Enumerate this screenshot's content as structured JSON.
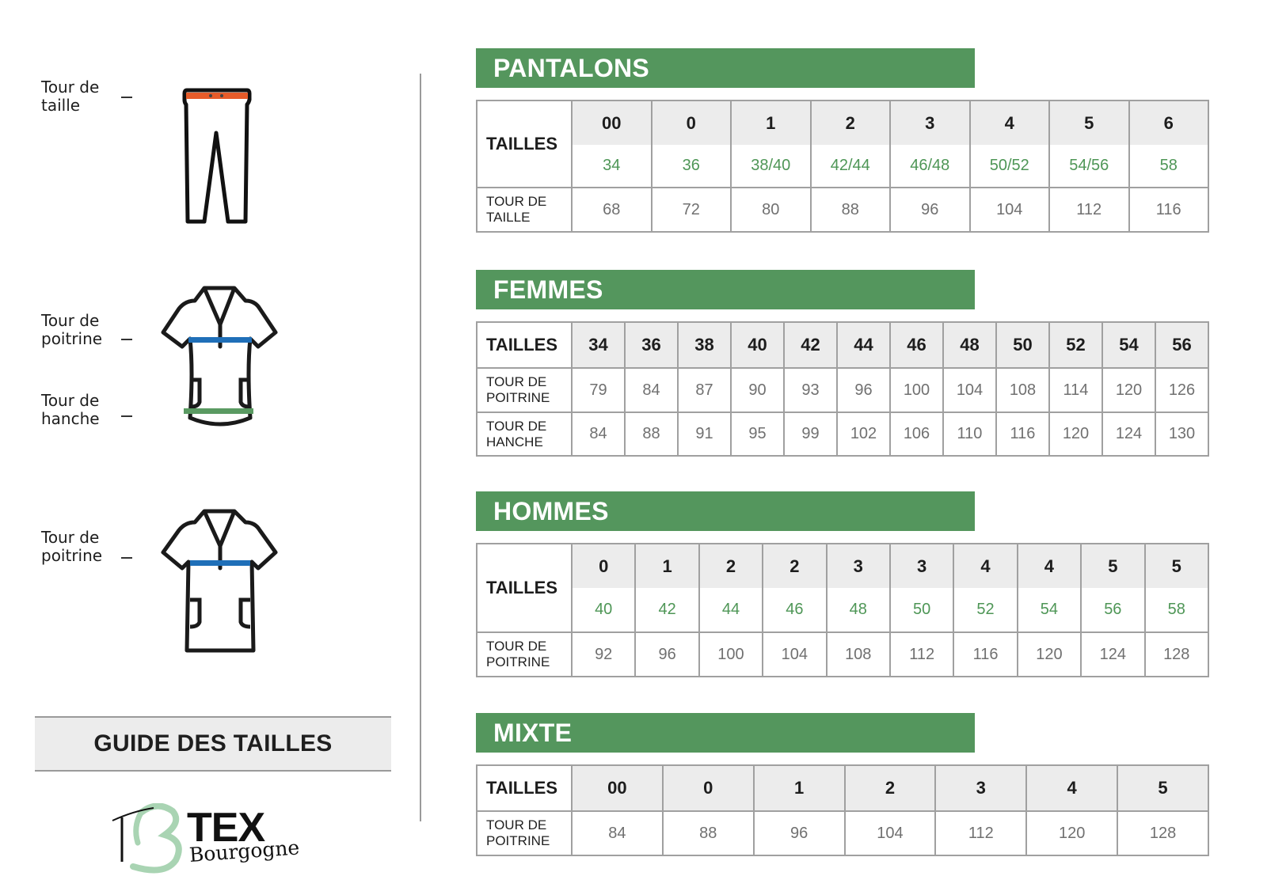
{
  "colors": {
    "banner_green": "#54965d",
    "equivalent_text_green": "#4e9656",
    "header_gray": "#ececec",
    "waist_marker_orange": "#e65c2a",
    "chest_marker_blue": "#1f6fb8",
    "hip_marker_green": "#5a9a62",
    "logo_green": "#a9d4b3"
  },
  "left": {
    "pants": {
      "label_line1": "Tour de",
      "label_line2": "taille",
      "icon": "pants-icon"
    },
    "women_top": {
      "chest_line1": "Tour de",
      "chest_line2": "poitrine",
      "hip_line1": "Tour de",
      "hip_line2": "hanche",
      "icon": "women-tunic-icon"
    },
    "men_top": {
      "chest_line1": "Tour de",
      "chest_line2": "poitrine",
      "icon": "men-tunic-icon"
    },
    "guide_title": "GUIDE DES TAILLES",
    "logo": {
      "main": "TEX",
      "sub": "Bourgogne"
    }
  },
  "tables": {
    "pantalons": {
      "title": "PANTALONS",
      "row_label": "TAILLES",
      "sizes": [
        "00",
        "0",
        "1",
        "2",
        "3",
        "4",
        "5",
        "6"
      ],
      "equivalents": [
        "34",
        "36",
        "38/40",
        "42/44",
        "46/48",
        "50/52",
        "54/56",
        "58"
      ],
      "measure_rows": [
        {
          "label_line1": "TOUR DE",
          "label_line2": "TAILLE",
          "values": [
            "68",
            "72",
            "80",
            "88",
            "96",
            "104",
            "112",
            "116"
          ]
        }
      ]
    },
    "femmes": {
      "title": "FEMMES",
      "row_label": "TAILLES",
      "sizes": [
        "34",
        "36",
        "38",
        "40",
        "42",
        "44",
        "46",
        "48",
        "50",
        "52",
        "54",
        "56"
      ],
      "measure_rows": [
        {
          "label_line1": "TOUR DE",
          "label_line2": "POITRINE",
          "values": [
            "79",
            "84",
            "87",
            "90",
            "93",
            "96",
            "100",
            "104",
            "108",
            "114",
            "120",
            "126"
          ]
        },
        {
          "label_line1": "TOUR DE",
          "label_line2": "HANCHE",
          "values": [
            "84",
            "88",
            "91",
            "95",
            "99",
            "102",
            "106",
            "110",
            "116",
            "120",
            "124",
            "130"
          ]
        }
      ]
    },
    "hommes": {
      "title": "HOMMES",
      "row_label": "TAILLES",
      "sizes": [
        "0",
        "1",
        "2",
        "2",
        "3",
        "3",
        "4",
        "4",
        "5",
        "5"
      ],
      "equivalents": [
        "40",
        "42",
        "44",
        "46",
        "48",
        "50",
        "52",
        "54",
        "56",
        "58"
      ],
      "measure_rows": [
        {
          "label_line1": "TOUR DE",
          "label_line2": "POITRINE",
          "values": [
            "92",
            "96",
            "100",
            "104",
            "108",
            "112",
            "116",
            "120",
            "124",
            "128"
          ]
        }
      ]
    },
    "mixte": {
      "title": "MIXTE",
      "row_label": "TAILLES",
      "sizes": [
        "00",
        "0",
        "1",
        "2",
        "3",
        "4",
        "5"
      ],
      "measure_rows": [
        {
          "label_line1": "TOUR DE",
          "label_line2": "POITRINE",
          "values": [
            "84",
            "88",
            "96",
            "104",
            "112",
            "120",
            "128"
          ]
        }
      ]
    }
  }
}
